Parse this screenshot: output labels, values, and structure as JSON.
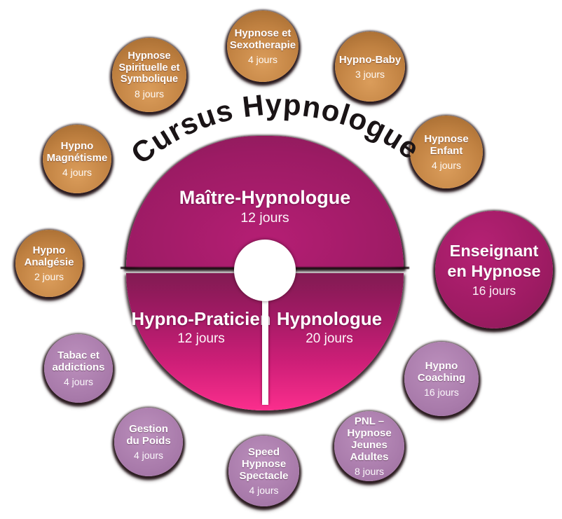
{
  "title": "Cursus Hypnologue",
  "colors": {
    "orange_bubble": "#c08141",
    "purple_bubble": "#a87aaa",
    "wheel_top_magenta": "#9c1b64",
    "wheel_bottom_pink": "#fb2e8d",
    "teacher_magenta": "#9e1b63",
    "title_text": "#1a1416",
    "label_text": "#ffffff"
  },
  "center": {
    "segments": [
      {
        "name": "Maître-Hypnologue",
        "days": "12 jours"
      },
      {
        "name": "Hypno-Praticien",
        "days": "12 jours"
      },
      {
        "name": "Hypnologue",
        "days": "20 jours"
      }
    ]
  },
  "satellites": [
    {
      "name": "Hypnose et Sexotherapie",
      "days": "4 jours",
      "category": "orange"
    },
    {
      "name": "Hypno-Baby",
      "days": "3 jours",
      "category": "orange"
    },
    {
      "name": "Hypnose Spirituelle et Symbolique",
      "days": "8 jours",
      "category": "orange"
    },
    {
      "name": "Hypnose Enfant",
      "days": "4 jours",
      "category": "orange"
    },
    {
      "name": "Hypno Magnétisme",
      "days": "4 jours",
      "category": "orange"
    },
    {
      "name": "Hypno Analgésie",
      "days": "2 jours",
      "category": "orange"
    },
    {
      "name": "Enseignant en Hypnose",
      "days": "16 jours",
      "category": "magenta-large"
    },
    {
      "name": "Hypno Coaching",
      "days": "16 jours",
      "category": "purple"
    },
    {
      "name": "Tabac et addictions",
      "days": "4 jours",
      "category": "purple"
    },
    {
      "name": "PNL – Hypnose Jeunes Adultes",
      "days": "8 jours",
      "category": "purple"
    },
    {
      "name": "Gestion du Poids",
      "days": "4 jours",
      "category": "purple"
    },
    {
      "name": "Speed Hypnose Spectacle",
      "days": "4 jours",
      "category": "purple"
    }
  ]
}
